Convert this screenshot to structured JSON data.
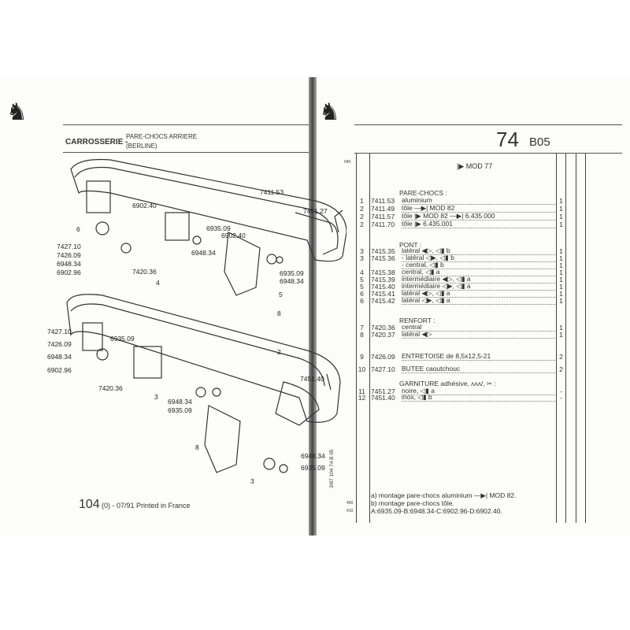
{
  "left_page": {
    "section": "CARROSSERIE -",
    "subtitle_1": "PARE-CHOCS ARRIERE",
    "subtitle_2": "(BERLINE)",
    "footer_page": "104",
    "footer_rest": "(0) - 07/91 Printed in France",
    "callouts": [
      "7411.53",
      "7451.27",
      "6902.40",
      "6",
      "6935.09",
      "6902.40",
      "6948.34",
      "7427.10",
      "7426.09",
      "6948.34",
      "6902.96",
      "7420.36",
      "4",
      "6935.09",
      "6948.34",
      "5",
      "8",
      "7427.10",
      "7426.09",
      "6935.09",
      "2",
      "6948.34",
      "6902.96",
      "7420.36",
      "7451.40",
      "3",
      "6948.34",
      "6935.09",
      "8",
      "6948.34",
      "3",
      "6935.09"
    ]
  },
  "right_page": {
    "group": "74",
    "sub": "B05",
    "mod_header": "|▶ MOD 77",
    "margin_top": "040",
    "side_code": "3/87 104 74 B 05",
    "margin_bottom_1": "400",
    "margin_bottom_2": "410",
    "rows": [
      {
        "ref": "",
        "part": "",
        "desc": "PARE-CHOCS :",
        "qty": "",
        "head": true
      },
      {
        "ref": "1",
        "part": "7411.53",
        "desc": "aluminium",
        "qty": "1"
      },
      {
        "ref": "2",
        "part": "7411.49",
        "desc": "tôle ―▶| MOD 82",
        "qty": "1"
      },
      {
        "ref": "2",
        "part": "7411.57",
        "desc": "tôle |▶ MOD 82 ―▶| 6.435.000",
        "qty": "1"
      },
      {
        "ref": "2",
        "part": "7411.70",
        "desc": "tôle |▶ 6.435.001",
        "qty": "1"
      },
      {
        "ref": "",
        "part": "",
        "desc": "PONT :",
        "qty": "",
        "head": true
      },
      {
        "ref": "3",
        "part": "7415.35",
        "desc": "latéral ◀▷, ◁▮ b",
        "qty": "1"
      },
      {
        "ref": "3",
        "part": "7415.36",
        "desc": "- latéral ◁▶, ◁▮ b",
        "qty": "1"
      },
      {
        "ref": "",
        "part": "",
        "desc": "- central, ◁▮ b",
        "qty": "1"
      },
      {
        "ref": "4",
        "part": "7415.38",
        "desc": "central, ◁▮ a",
        "qty": "1"
      },
      {
        "ref": "5",
        "part": "7415.39",
        "desc": "intermédiaire ◀▷, ◁▮ a",
        "qty": "1"
      },
      {
        "ref": "5",
        "part": "7415.40",
        "desc": "intermédiaire ◁▶, ◁▮ a",
        "qty": "1"
      },
      {
        "ref": "6",
        "part": "7415.41",
        "desc": "latéral ◀▷, ◁▮ a",
        "qty": "1"
      },
      {
        "ref": "6",
        "part": "7415.42",
        "desc": "latéral ◁▶, ◁▮ a",
        "qty": "1"
      },
      {
        "ref": "",
        "part": "",
        "desc": "RENFORT :",
        "qty": "",
        "head": true
      },
      {
        "ref": "7",
        "part": "7420.36",
        "desc": "central",
        "qty": "1"
      },
      {
        "ref": "8",
        "part": "7420.37",
        "desc": "latéral ◀▷",
        "qty": "1"
      },
      {
        "ref": "9",
        "part": "7426.09",
        "desc": "ENTRETOISE de 8,5x12,5-21",
        "qty": "2"
      },
      {
        "ref": "10",
        "part": "7427.10",
        "desc": "BUTEE caoutchouc",
        "qty": "2"
      },
      {
        "ref": "",
        "part": "",
        "desc": "GARNITURE adhésive, ʌʌʌ/, ✂ :",
        "qty": "",
        "head": true
      },
      {
        "ref": "11",
        "part": "7451.27",
        "desc": "noire, ◁▮ a",
        "qty": "-"
      },
      {
        "ref": "12",
        "part": "7451.40",
        "desc": "inox, ◁▮ b",
        "qty": "-"
      }
    ],
    "notes": [
      "a) montage pare-chocs aluminium ―▶| MOD 82.",
      "b) montage pare-chocs tôle.",
      "A:6935.09-B:6948.34-C:6902.96-D:6902.40."
    ]
  }
}
